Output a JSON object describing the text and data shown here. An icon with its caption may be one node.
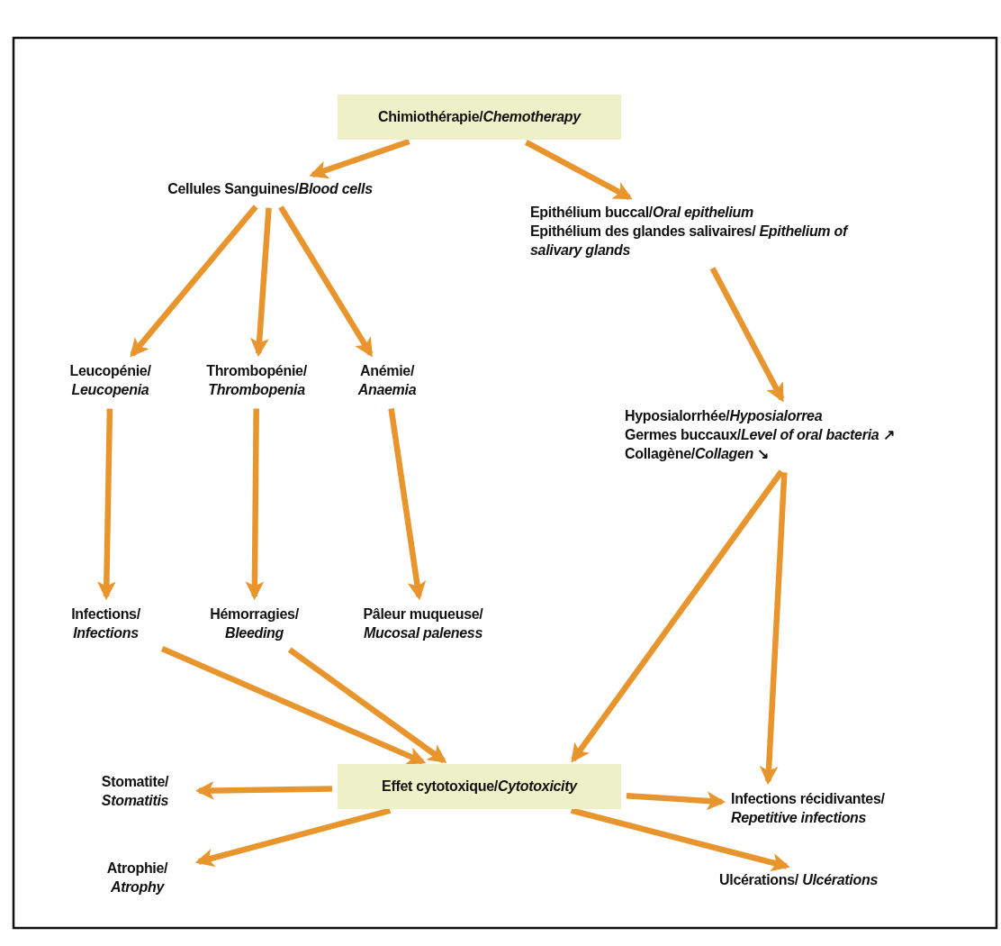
{
  "diagram": {
    "nodes": [
      {
        "text": [
          "Chimiothérapie/*Chemotherapy*"
        ]
      },
      {
        "text": [
          "Cellules Sanguines/*Blood cells*"
        ]
      },
      {
        "text": [
          "Epithélium buccal/*Oral epithelium*",
          "Epithélium des glandes salivaires/ *Epithelium of salivary glands*"
        ]
      },
      {
        "text": [
          "Leucopénie/ *Leucopenia*"
        ]
      },
      {
        "text": [
          "Thrombopénie/ *Thrombopenia*"
        ]
      },
      {
        "text": [
          "Anémie/ *Anaemia*"
        ]
      },
      {
        "text": [
          "Hyposialorrhée/*Hyposialorrea*",
          "Germes buccaux/*Level of oral bacteria* ↗",
          "Collagène/*Collagen* ↘"
        ]
      },
      {
        "text": [
          "Infections/ *Infections*"
        ]
      },
      {
        "text": [
          "Hémorragies/ *Bleeding*"
        ]
      },
      {
        "text": [
          "Pâleur muqueuse/ *Mucosal paleness*"
        ]
      },
      {
        "text": [
          "Effet cytotoxique/*Cytotoxicity*"
        ]
      },
      {
        "text": [
          "Stomatite/ *Stomatitis*"
        ]
      },
      {
        "text": [
          "Atrophie/ *Atrophy*"
        ]
      },
      {
        "text": [
          "Infections récidivantes/ *Repetitive infections*"
        ]
      },
      {
        "text": [
          "Ulcérations/ *Ulcérations*"
        ]
      }
    ],
    "edges": [
      {
        "from": 0,
        "to": 1,
        "arrow": "to"
      },
      {
        "from": 0,
        "to": 2,
        "arrow": "to"
      },
      {
        "from": 1,
        "to": 3,
        "arrow": "to"
      },
      {
        "from": 1,
        "to": 4,
        "arrow": "to"
      },
      {
        "from": 1,
        "to": 5,
        "arrow": "to"
      },
      {
        "from": 2,
        "to": 6,
        "arrow": "to"
      },
      {
        "from": 3,
        "to": 7,
        "arrow": "to"
      },
      {
        "from": 4,
        "to": 8,
        "arrow": "to"
      },
      {
        "from": 5,
        "to": 9,
        "arrow": "to"
      },
      {
        "from": 7,
        "to": 10,
        "arrow": "to"
      },
      {
        "from": 8,
        "to": 10,
        "arrow": "to"
      },
      {
        "from": 6,
        "to": 10,
        "arrow": "to"
      },
      {
        "from": 6,
        "to": 13,
        "arrow": "to"
      },
      {
        "from": 10,
        "to": 11,
        "arrow": "to"
      },
      {
        "from": 10,
        "to": 12,
        "arrow": "to"
      },
      {
        "from": 10,
        "to": 13,
        "arrow": "to"
      },
      {
        "from": 10,
        "to": 14,
        "arrow": "to"
      }
    ]
  }
}
